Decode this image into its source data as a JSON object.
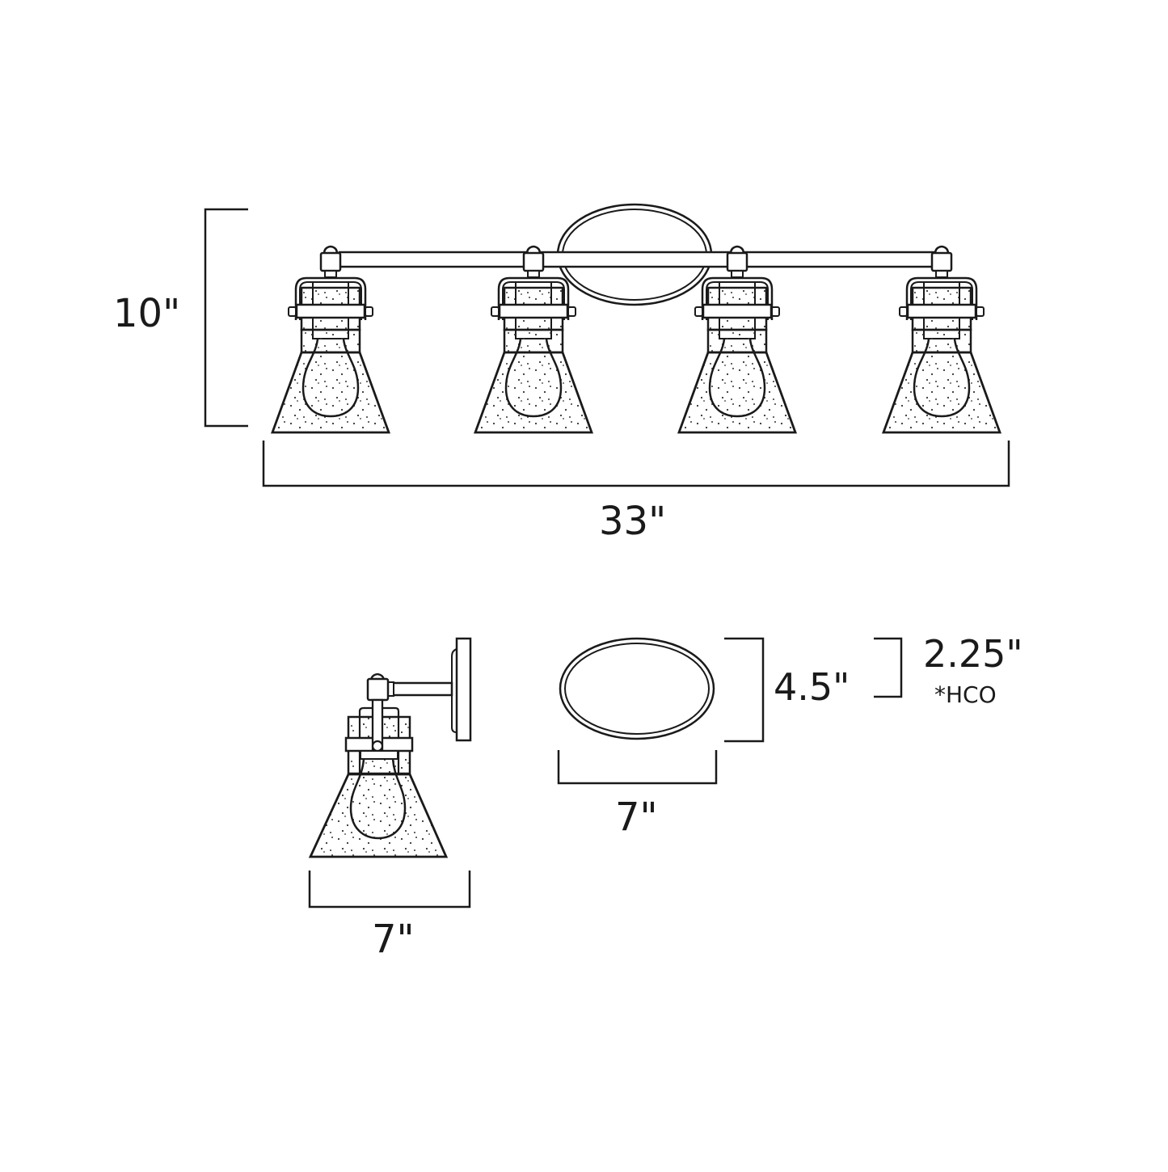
{
  "diagram": {
    "type": "product dimension drawing",
    "subject": "4-light bath vanity fixture",
    "views": [
      {
        "id": "front",
        "description": "front elevation of 4-light fixture with oval backplate"
      },
      {
        "id": "side",
        "description": "side elevation of single light"
      },
      {
        "id": "backplate",
        "description": "oval wall backplate"
      }
    ],
    "stroke_color": "#1a1a1a",
    "background": "#ffffff"
  },
  "dimensions": {
    "overall_height": "10\"",
    "overall_width": "33\"",
    "shade_width": "7\"",
    "backplate_width": "7\"",
    "backplate_height": "4.5\"",
    "hco": "2.25\"",
    "hco_label": "*HCO"
  }
}
